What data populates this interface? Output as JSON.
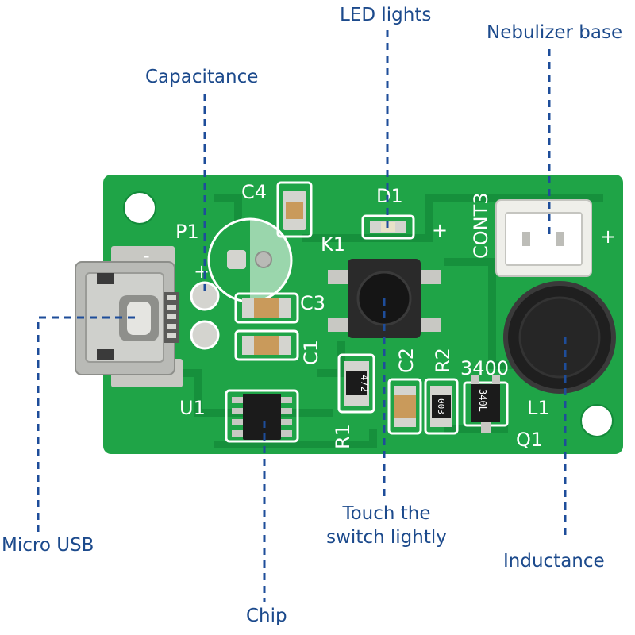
{
  "colors": {
    "board": "#1fa447",
    "board_dark": "#138a3a",
    "silkscreen": "#ffffff",
    "callout_text": "#1c4a8c",
    "leader_line": "#1e4d9a",
    "pad": "#d4d4cf",
    "component_tan": "#c99a5b",
    "ic_body": "#1b1b1b"
  },
  "callouts": {
    "led_lights": "LED lights",
    "nebulizer_base": "Nebulizer base",
    "capacitance": "Capacitance",
    "micro_usb": "Micro USB",
    "touch_switch_line1": "Touch the",
    "touch_switch_line2": "switch lightly",
    "inductance": "Inductance",
    "chip": "Chip"
  },
  "silkscreen": {
    "c4": "C4",
    "d1": "D1",
    "plus_d1": "+",
    "cont3": "CONT3",
    "plus_cont3": "+",
    "p1": "P1",
    "k1": "K1",
    "c3": "C3",
    "c1": "C1",
    "c2": "C2",
    "r2": "R2",
    "v3400": "3400",
    "u1": "U1",
    "r1": "R1",
    "l1": "L1",
    "q1": "Q1",
    "minus_usb": "-",
    "plus_cap": "+"
  },
  "component_markings": {
    "r1_code": "472",
    "r2_code": "003",
    "q1_code": "340L"
  },
  "icons": [
    "micro-usb-connector-icon",
    "push-button-icon",
    "coil-inductor-icon",
    "sop8-chip-icon"
  ]
}
